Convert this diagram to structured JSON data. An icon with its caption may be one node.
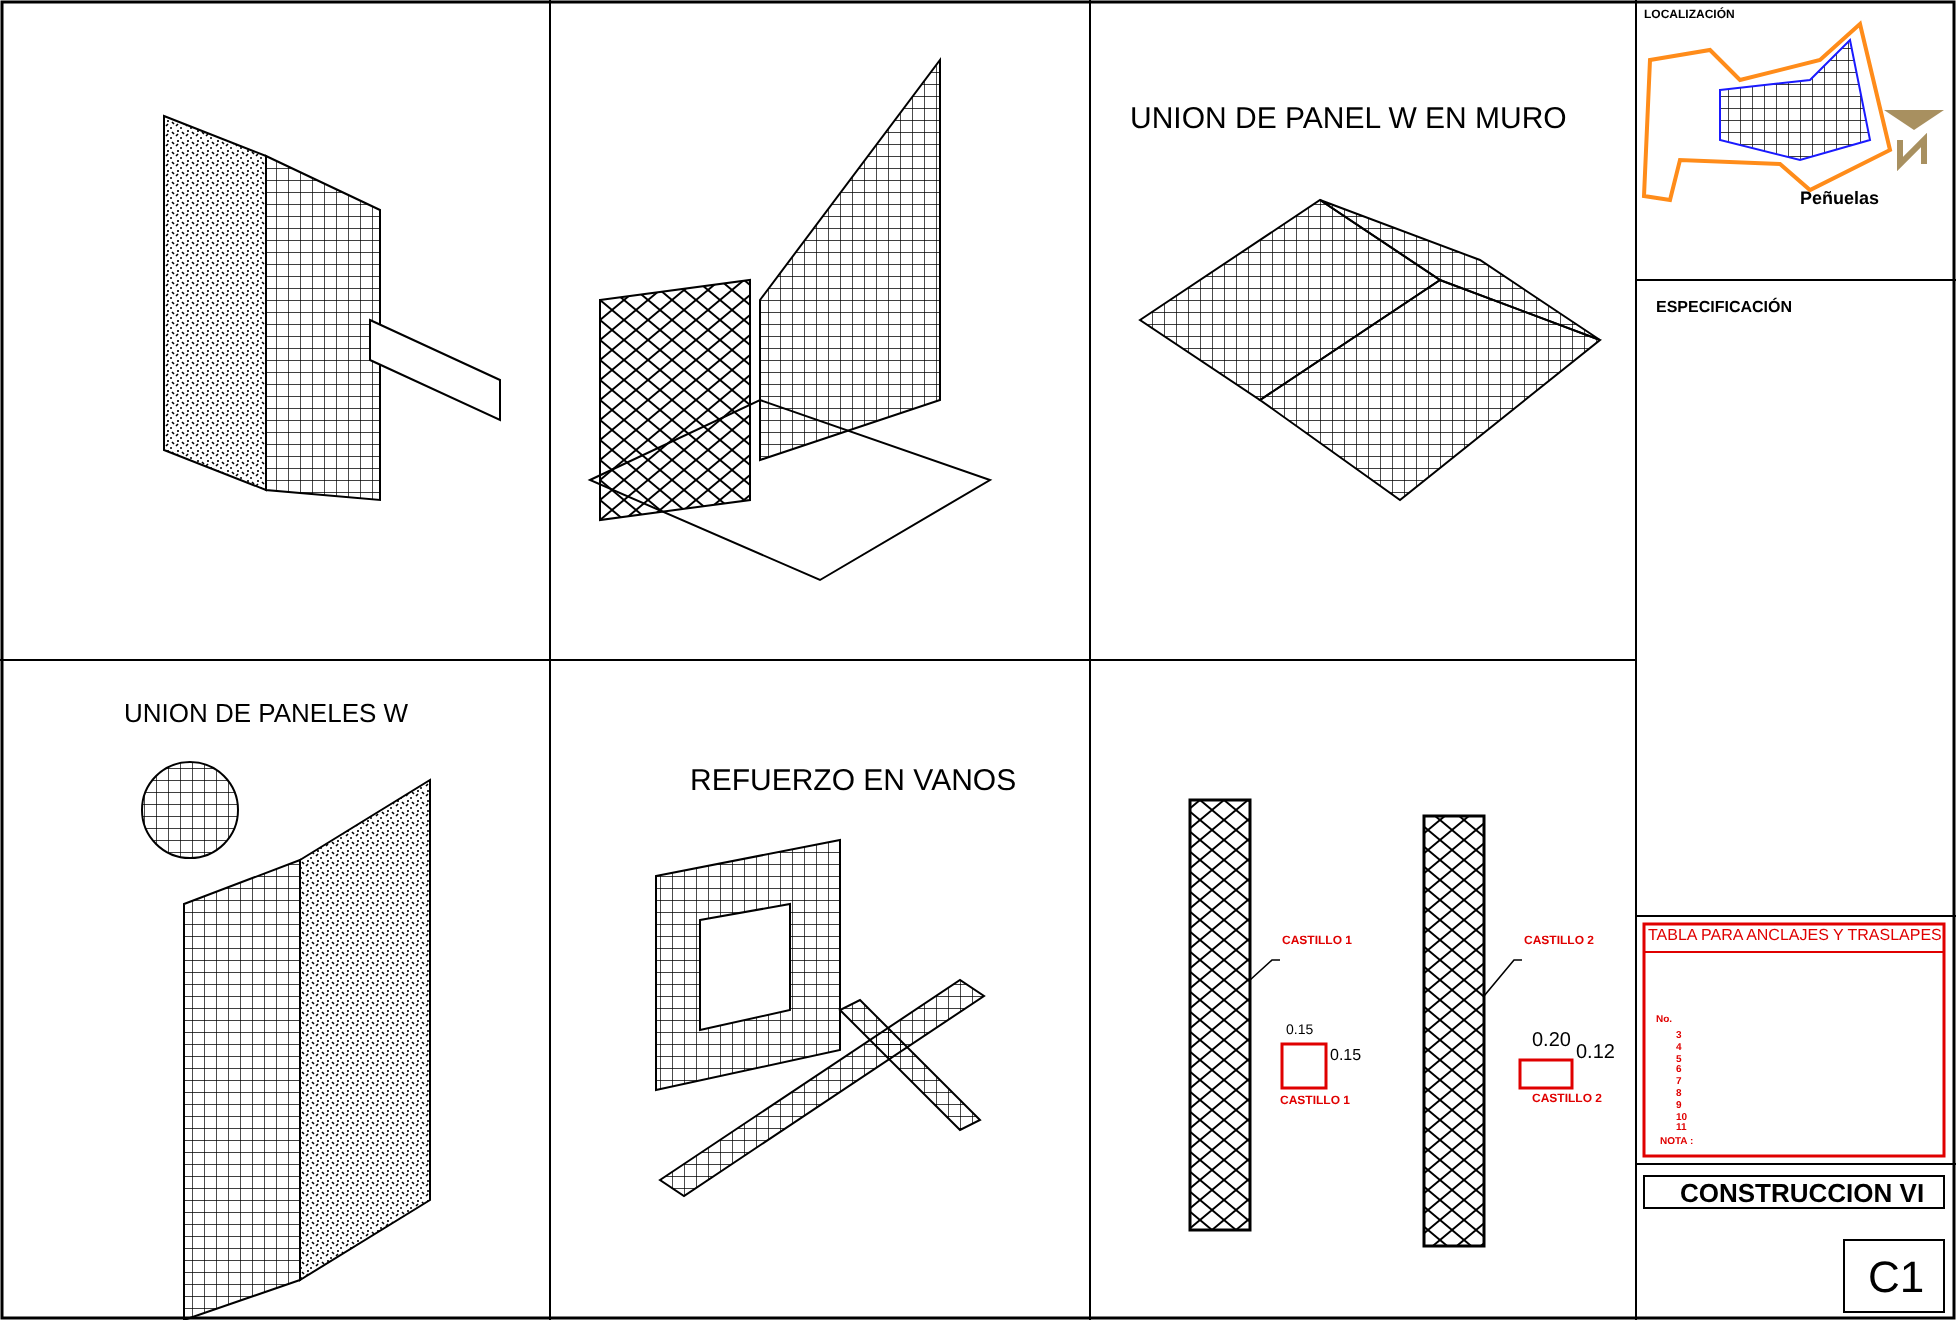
{
  "diagram": {
    "title": "CONSTRUCCION VI",
    "nodes": [
      {
        "text": [
          "CASTILLO 1"
        ]
      },
      {
        "text": [],
        "shape": "box"
      },
      {
        "text": [
          "CASTILLO 2"
        ]
      },
      {
        "text": [],
        "shape": "box"
      }
    ],
    "edges": [
      {
        "from": 0,
        "to": 1,
        "arrow": "none"
      },
      {
        "from": 2,
        "to": 3,
        "arrow": "none"
      }
    ],
    "labels": [
      "UNION DE PANEL W EN MURO",
      "LOCALIZACIÓN",
      "Peñuelas",
      "ESPECIFICACIÓN",
      "UNION DE PANELES W",
      "REFUERZO EN VANOS",
      "0.15",
      "0.15",
      "CASTILLO 1",
      "0.20",
      "0.12",
      "CASTILLO 2",
      "TABLA PARA ANCLAJES Y TRASLAPES",
      "No.",
      "3",
      "4",
      "5",
      "6",
      "7",
      "8",
      "9",
      "10",
      "11",
      "NOTA :",
      "C1"
    ]
  }
}
